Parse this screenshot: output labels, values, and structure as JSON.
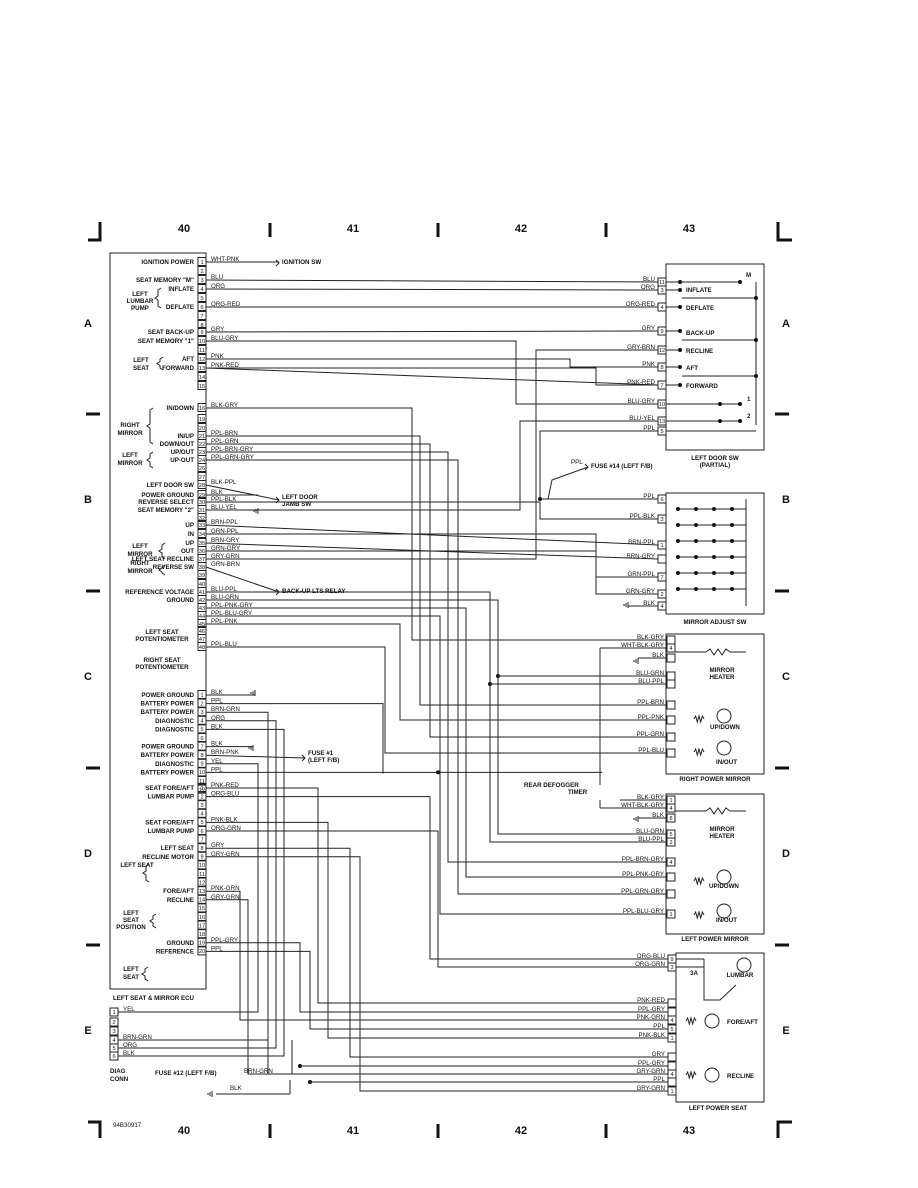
{
  "grid": {
    "columns": [
      "40",
      "41",
      "42",
      "43"
    ],
    "rows": [
      "A",
      "B",
      "C",
      "D",
      "E"
    ]
  },
  "figure_id": "94B30917",
  "ecu": {
    "title": "LEFT SEAT & MIRROR ECU",
    "connector1": [
      {
        "pin": "1",
        "wire": "WHT-PNK",
        "label": "IGNITION POWER"
      },
      {
        "pin": "2",
        "wire": "",
        "label": ""
      },
      {
        "pin": "3",
        "wire": "BLU",
        "label": "SEAT MEMORY \"M\""
      },
      {
        "pin": "4",
        "wire": "ORG",
        "label": "INFLATE"
      },
      {
        "pin": "5",
        "wire": "",
        "label": ""
      },
      {
        "pin": "6",
        "wire": "ORG-RED",
        "label": "DEFLATE"
      },
      {
        "pin": "7",
        "wire": "",
        "label": ""
      },
      {
        "pin": "8",
        "wire": "",
        "label": ""
      },
      {
        "pin": "9",
        "wire": "GRY",
        "label": "SEAT BACK-UP"
      },
      {
        "pin": "10",
        "wire": "BLU-GRY",
        "label": "SEAT MEMORY \"1\""
      },
      {
        "pin": "11",
        "wire": "",
        "label": ""
      },
      {
        "pin": "12",
        "wire": "PNK",
        "label": "AFT"
      },
      {
        "pin": "13",
        "wire": "PNK-RED",
        "label": "FORWARD"
      },
      {
        "pin": "14",
        "wire": "",
        "label": ""
      },
      {
        "pin": "15",
        "wire": "",
        "label": ""
      },
      {
        "pin": "16",
        "wire": "BLK-GRY",
        "label": "IN/DOWN"
      },
      {
        "pin": "19",
        "wire": "",
        "label": ""
      },
      {
        "pin": "20",
        "wire": "",
        "label": ""
      },
      {
        "pin": "21",
        "wire": "PPL-BRN",
        "label": "IN/UP"
      },
      {
        "pin": "22",
        "wire": "PPL-GRN",
        "label": "DOWN/OUT"
      },
      {
        "pin": "23",
        "wire": "PPL-BRN-GRY",
        "label": "UP/OUT"
      },
      {
        "pin": "24",
        "wire": "PPL-GRN-GRY",
        "label": "UP-OUT"
      },
      {
        "pin": "26",
        "wire": "",
        "label": ""
      },
      {
        "pin": "27",
        "wire": "",
        "label": ""
      },
      {
        "pin": "28",
        "wire": "BLK-PPL",
        "label": "LEFT DOOR SW"
      },
      {
        "pin": "29",
        "wire": "BLK",
        "label": "POWER GROUND"
      },
      {
        "pin": "30",
        "wire": "PPL-BLK",
        "label": "REVERSE SELECT"
      },
      {
        "pin": "31",
        "wire": "BLU-YEL",
        "label": "SEAT MEMORY \"2\""
      },
      {
        "pin": "32",
        "wire": "",
        "label": ""
      },
      {
        "pin": "33",
        "wire": "BRN-PPL",
        "label": "UP"
      },
      {
        "pin": "34",
        "wire": "GRN-PPL",
        "label": "IN"
      },
      {
        "pin": "35",
        "wire": "BRN-GRY",
        "label": "UP"
      },
      {
        "pin": "36",
        "wire": "GRN-GRY",
        "label": "OUT"
      },
      {
        "pin": "37",
        "wire": "GRY-GRN",
        "label": "LEFT SEAT RECLINE"
      },
      {
        "pin": "38",
        "wire": "GRN-BRN",
        "label": "REVERSE SW"
      },
      {
        "pin": "39",
        "wire": "",
        "label": ""
      },
      {
        "pin": "40",
        "wire": "",
        "label": ""
      },
      {
        "pin": "41",
        "wire": "BLU-PPL",
        "label": "REFERENCE VOLTAGE"
      },
      {
        "pin": "42",
        "wire": "BLU-GRN",
        "label": "GROUND"
      },
      {
        "pin": "43",
        "wire": "PPL-PNK-GRY",
        "label": ""
      },
      {
        "pin": "44",
        "wire": "PPL-BLU-GRY",
        "label": ""
      },
      {
        "pin": "45",
        "wire": "PPL-PNK",
        "label": ""
      },
      {
        "pin": "46",
        "wire": "",
        "label": ""
      },
      {
        "pin": "47",
        "wire": "",
        "label": ""
      },
      {
        "pin": "48",
        "wire": "PPL-BLU",
        "label": ""
      }
    ],
    "connector2": [
      {
        "pin": "1",
        "wire": "BLK",
        "label": "POWER GROUND"
      },
      {
        "pin": "2",
        "wire": "PPL",
        "label": "BATTERY POWER"
      },
      {
        "pin": "3",
        "wire": "BRN-GRN",
        "label": "BATTERY POWER"
      },
      {
        "pin": "4",
        "wire": "ORG",
        "label": "DIAGNOSTIC"
      },
      {
        "pin": "5",
        "wire": "BLK",
        "label": "DIAGNOSTIC"
      },
      {
        "pin": "6",
        "wire": "",
        "label": ""
      },
      {
        "pin": "7",
        "wire": "BLK",
        "label": "POWER GROUND"
      },
      {
        "pin": "8",
        "wire": "BRN-PNK",
        "label": "BATTERY POWER"
      },
      {
        "pin": "9",
        "wire": "YEL",
        "label": "DIAGNOSTIC"
      },
      {
        "pin": "10",
        "wire": "PPL",
        "label": "BATTERY POWER"
      },
      {
        "pin": "11",
        "wire": "",
        "label": ""
      },
      {
        "pin": "12",
        "wire": "",
        "label": ""
      }
    ],
    "connector3": [
      {
        "pin": "1",
        "wire": "PNK-RED",
        "label": "SEAT FORE/AFT"
      },
      {
        "pin": "2",
        "wire": "ORG-BLU",
        "label": "LUMBAR PUMP"
      },
      {
        "pin": "3",
        "wire": "",
        "label": ""
      },
      {
        "pin": "4",
        "wire": "",
        "label": ""
      },
      {
        "pin": "5",
        "wire": "PNK-BLK",
        "label": "SEAT FORE/AFT"
      },
      {
        "pin": "6",
        "wire": "ORG-GRN",
        "label": "LUMBAR PUMP"
      },
      {
        "pin": "7",
        "wire": "",
        "label": ""
      },
      {
        "pin": "8",
        "wire": "GRY",
        "label": "LEFT SEAT"
      },
      {
        "pin": "9",
        "wire": "GRY-GRN",
        "label": "RECLINE MOTOR"
      },
      {
        "pin": "10",
        "wire": "",
        "label": ""
      },
      {
        "pin": "11",
        "wire": "",
        "label": ""
      },
      {
        "pin": "12",
        "wire": "",
        "label": ""
      },
      {
        "pin": "13",
        "wire": "PNK-GRN",
        "label": "FORE/AFT"
      },
      {
        "pin": "14",
        "wire": "GRY-GRN",
        "label": "RECLINE"
      },
      {
        "pin": "15",
        "wire": "",
        "label": ""
      },
      {
        "pin": "16",
        "wire": "",
        "label": ""
      },
      {
        "pin": "17",
        "wire": "",
        "label": ""
      },
      {
        "pin": "18",
        "wire": "",
        "label": ""
      },
      {
        "pin": "19",
        "wire": "PPL-GRY",
        "label": "GROUND"
      },
      {
        "pin": "20",
        "wire": "PPL",
        "label": "REFERENCE"
      }
    ],
    "groups": {
      "left_lumbar_pump": "LEFT LUMBAR PUMP",
      "left_seat": "LEFT SEAT",
      "right_mirror": "RIGHT MIRROR",
      "left_mirror": "LEFT MIRROR",
      "left_mirror_b": "LEFT MIRROR",
      "right_mirror_b": "RIGHT MIRROR",
      "left_seat_pot": "LEFT SEAT POTENTIOMETER",
      "right_seat_pot": "RIGHT SEAT POTENTIOMETER",
      "left_seat_position": "LEFT SEAT POSITION",
      "left_seat_ground": "LEFT SEAT"
    }
  },
  "refs": {
    "ignition_sw": "IGNITION SW",
    "left_door_jamb_sw": "LEFT DOOR JAMB SW",
    "back_up_relay": "BACK-UP LTS RELAY",
    "fuse1": "FUSE #1 (LEFT F/B)",
    "fuse14": "FUSE #14 (LEFT F/B)",
    "fuse12": "FUSE #12 (LEFT F/B)",
    "rear_defogger": "REAR DEFOGGER TIMER",
    "fuse14_wire": "PPL",
    "fuse12_wire": "BRN-GRN",
    "ground_wire": "BLK"
  },
  "door_sw": {
    "title": "LEFT DOOR SW (PARTIAL)",
    "pins": [
      {
        "pin": "11",
        "wire": "BLU"
      },
      {
        "pin": "3",
        "wire": "ORG"
      },
      {
        "pin": "4",
        "wire": "ORG-RED"
      },
      {
        "pin": "9",
        "wire": "GRY"
      },
      {
        "pin": "12",
        "wire": "GRY-BRN"
      },
      {
        "pin": "8",
        "wire": "PNK"
      },
      {
        "pin": "7",
        "wire": "PNK-RED"
      },
      {
        "pin": "10",
        "wire": "BLU-GRY"
      },
      {
        "pin": "13",
        "wire": "BLU-YEL"
      },
      {
        "pin": "5",
        "wire": "PPL"
      }
    ],
    "labels": {
      "inflate": "INFLATE",
      "deflate": "DEFLATE",
      "back_up": "BACK-UP",
      "recline": "RECLINE",
      "aft": "AFT",
      "forward": "FORWARD",
      "m": "M",
      "one": "1",
      "two": "2"
    }
  },
  "mirror_sw": {
    "title": "MIRROR ADJUST SW",
    "pins": [
      {
        "pin": "6",
        "wire": "PPL"
      },
      {
        "pin": "3",
        "wire": "PPL-BLK"
      },
      {
        "pin": "1",
        "wire": "BRN-PPL"
      },
      {
        "pin": "",
        "wire": "BRN-GRY"
      },
      {
        "pin": "7",
        "wire": "GRN-PPL"
      },
      {
        "pin": "2",
        "wire": "GRN-GRY"
      },
      {
        "pin": "4",
        "wire": "BLK"
      }
    ]
  },
  "right_mirror": {
    "title": "RIGHT POWER MIRROR",
    "heater": "MIRROR HEATER",
    "updown": "UP/DOWN",
    "inout": "IN/OUT",
    "pins": [
      {
        "pin": "",
        "wire": "BLK-GRY"
      },
      {
        "pin": "4",
        "wire": "WHT-BLK-GRY"
      },
      {
        "pin": "",
        "wire": "BLK"
      },
      {
        "pin": "",
        "wire": "BLU-GRN"
      },
      {
        "pin": "",
        "wire": "BLU-PPL"
      },
      {
        "pin": "",
        "wire": "PPL-BRN"
      },
      {
        "pin": "",
        "wire": "PPL-PNK"
      },
      {
        "pin": "",
        "wire": "PPL-GRN"
      },
      {
        "pin": "",
        "wire": "PPL-BLU"
      }
    ]
  },
  "left_mirror": {
    "title": "LEFT POWER MIRROR",
    "heater": "MIRROR HEATER",
    "updown": "UP/DOWN",
    "inout": "IN/OUT",
    "pins": [
      {
        "pin": "1",
        "wire": "BLK-GRY"
      },
      {
        "pin": "4",
        "wire": "WHT-BLK-GRY"
      },
      {
        "pin": "8",
        "wire": "BLK"
      },
      {
        "pin": "5",
        "wire": "BLU-GRN"
      },
      {
        "pin": "2",
        "wire": "BLU-PPL"
      },
      {
        "pin": "4",
        "wire": "PPL-BRN-GRY"
      },
      {
        "pin": "",
        "wire": "PPL-PNK-GRY"
      },
      {
        "pin": "",
        "wire": "PPL-GRN-GRY"
      },
      {
        "pin": "1",
        "wire": "PPL-BLU-GRY"
      }
    ]
  },
  "power_seat": {
    "title": "LEFT POWER SEAT",
    "lumbar": "LUMBAR",
    "fore_aft": "FORE/AFT",
    "recline": "RECLINE",
    "amp": "3A",
    "pins_lumbar": [
      {
        "pin": "9",
        "wire": "ORG-BLU"
      },
      {
        "pin": "3",
        "wire": "ORG-GRN"
      }
    ],
    "pins_foreaft": [
      {
        "pin": "",
        "wire": "PNK-RED"
      },
      {
        "pin": "",
        "wire": "PPL-GRY"
      },
      {
        "pin": "4",
        "wire": "PNK-GRN"
      },
      {
        "pin": "5",
        "wire": "PPL"
      },
      {
        "pin": "1",
        "wire": "PNK-BLK"
      }
    ],
    "pins_recline": [
      {
        "pin": "",
        "wire": "GRY"
      },
      {
        "pin": "",
        "wire": "PPL-GRY"
      },
      {
        "pin": "4",
        "wire": "GRY-GRN"
      },
      {
        "pin": "",
        "wire": "PPL"
      },
      {
        "pin": "1",
        "wire": "GRY-GRN"
      }
    ]
  },
  "diag": {
    "title": "DIAG CONN",
    "pins": [
      {
        "pin": "1",
        "wire": "YEL"
      },
      {
        "pin": "2",
        "wire": ""
      },
      {
        "pin": "3",
        "wire": ""
      },
      {
        "pin": "4",
        "wire": "BRN-GRN"
      },
      {
        "pin": "5",
        "wire": "ORG"
      },
      {
        "pin": "6",
        "wire": "BLK"
      }
    ]
  }
}
